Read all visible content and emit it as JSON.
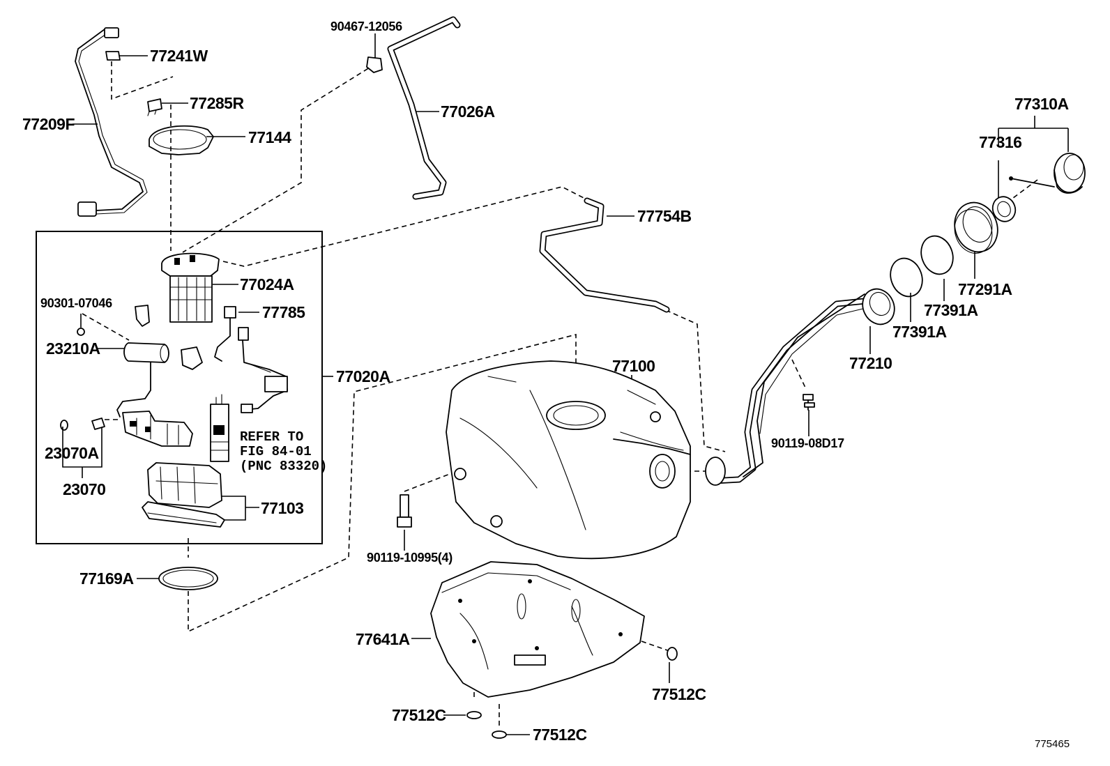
{
  "parts": [
    {
      "id": "p-77241W",
      "label": "77241W"
    },
    {
      "id": "p-77285R",
      "label": "77285R"
    },
    {
      "id": "p-77209F",
      "label": "77209F"
    },
    {
      "id": "p-77144",
      "label": "77144"
    },
    {
      "id": "p-90467-12056",
      "label": "90467-12056"
    },
    {
      "id": "p-77026A",
      "label": "77026A"
    },
    {
      "id": "p-77754B",
      "label": "77754B"
    },
    {
      "id": "p-77310A",
      "label": "77310A"
    },
    {
      "id": "p-77316",
      "label": "77316"
    },
    {
      "id": "p-77024A",
      "label": "77024A"
    },
    {
      "id": "p-90301-07046",
      "label": "90301-07046"
    },
    {
      "id": "p-77785",
      "label": "77785"
    },
    {
      "id": "p-23210A",
      "label": "23210A"
    },
    {
      "id": "p-77020A",
      "label": "77020A"
    },
    {
      "id": "p-23070A",
      "label": "23070A"
    },
    {
      "id": "p-23070",
      "label": "23070"
    },
    {
      "id": "p-77103",
      "label": "77103"
    },
    {
      "id": "p-77169A",
      "label": "77169A"
    },
    {
      "id": "p-77100",
      "label": "77100"
    },
    {
      "id": "p-77291A",
      "label": "77291A"
    },
    {
      "id": "p-77391A-a",
      "label": "77391A"
    },
    {
      "id": "p-77391A-b",
      "label": "77391A"
    },
    {
      "id": "p-77210",
      "label": "77210"
    },
    {
      "id": "p-90119-08D17",
      "label": "90119-08D17"
    },
    {
      "id": "p-90119-10995",
      "label": "90119-10995(4)"
    },
    {
      "id": "p-77641A",
      "label": "77641A"
    },
    {
      "id": "p-77512C-a",
      "label": "77512C"
    },
    {
      "id": "p-77512C-b",
      "label": "77512C"
    },
    {
      "id": "p-77512C-c",
      "label": "77512C"
    }
  ],
  "note": {
    "line1": "REFER TO",
    "line2": "FIG 84-01",
    "line3": "(PNC 83320)"
  },
  "illustration_id": "775465"
}
